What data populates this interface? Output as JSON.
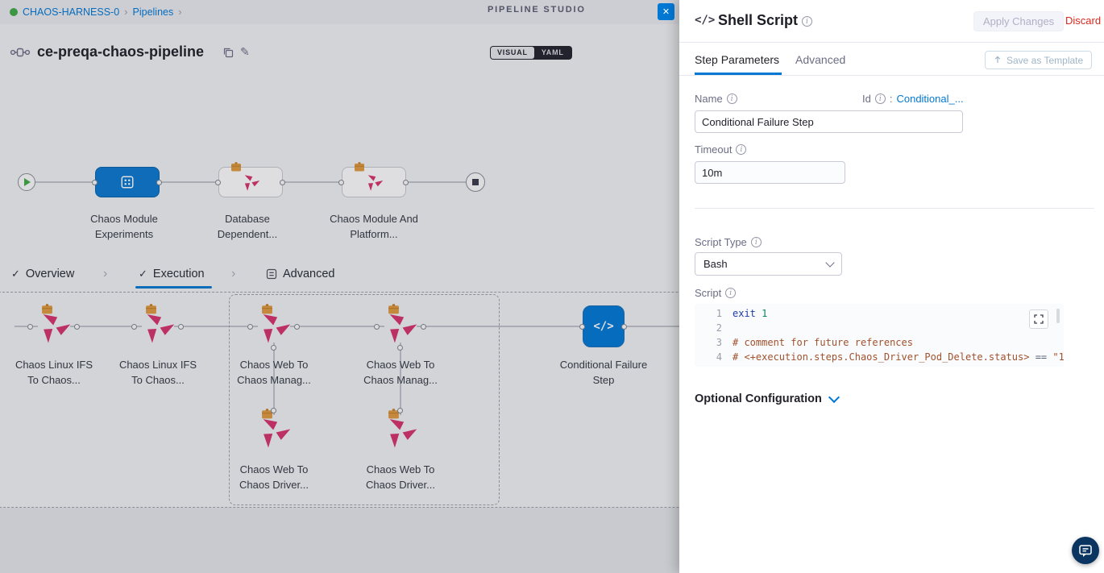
{
  "icons": {
    "close": "✕",
    "info": "i",
    "chevron_right": "›",
    "check": "✓",
    "edit": "✎",
    "code": "</>",
    "colon": ":"
  },
  "colors": {
    "accent": "#0278d5",
    "discard_red": "#da291d",
    "chaos_pink": "#d6336c",
    "badge_orange": "#e09a3f",
    "selected_node_blue": "#0278d5",
    "code_keyword": "#1f3ba6",
    "code_number": "#098658",
    "code_comment": "#a0522d"
  },
  "left": {
    "breadcrumb": {
      "org": "CHAOS-HARNESS-0",
      "pipelines": "Pipelines"
    },
    "studio_label": "PIPELINE STUDIO",
    "title": "ce-preqa-chaos-pipeline",
    "toggle": {
      "visual": "VISUAL",
      "yaml": "YAML"
    },
    "stages": [
      {
        "label": "Chaos Module Experiments"
      },
      {
        "label": "Database Dependent..."
      },
      {
        "label": "Chaos Module And Platform..."
      }
    ],
    "tabs": {
      "overview": "Overview",
      "execution": "Execution",
      "advanced": "Advanced"
    },
    "exec_nodes": [
      {
        "label": "Chaos Linux IFS To Chaos..."
      },
      {
        "label": "Chaos Linux IFS To Chaos..."
      },
      {
        "label": "Chaos Web To Chaos Manag..."
      },
      {
        "label": "Chaos Web To Chaos Manag..."
      },
      {
        "label": "Conditional Failure Step"
      },
      {
        "label": "Chaos Web To Chaos Driver..."
      },
      {
        "label": "Chaos Web To Chaos Driver..."
      }
    ]
  },
  "drawer": {
    "title": "Shell Script",
    "apply_label": "Apply Changes",
    "discard_label": "Discard",
    "tabs": {
      "step_parameters": "Step Parameters",
      "advanced": "Advanced"
    },
    "save_template_label": "Save as Template",
    "name": {
      "label": "Name",
      "value": "Conditional Failure Step"
    },
    "id": {
      "label": "Id",
      "colon": ":",
      "value": "Conditional_..."
    },
    "timeout": {
      "label": "Timeout",
      "value": "10m"
    },
    "script_type": {
      "label": "Script Type",
      "value": "Bash"
    },
    "script": {
      "label": "Script",
      "gutter": [
        "1",
        "2",
        "3",
        "4"
      ],
      "line1_keyword": "exit",
      "line1_arg": " 1",
      "line3": "# comment for future references",
      "line4_comment": "# <+execution.steps.Chaos_Driver_Pod_Delete.status> ",
      "line4_op": "== ",
      "line4_string": "\"1"
    },
    "optional_configuration": "Optional Configuration"
  }
}
